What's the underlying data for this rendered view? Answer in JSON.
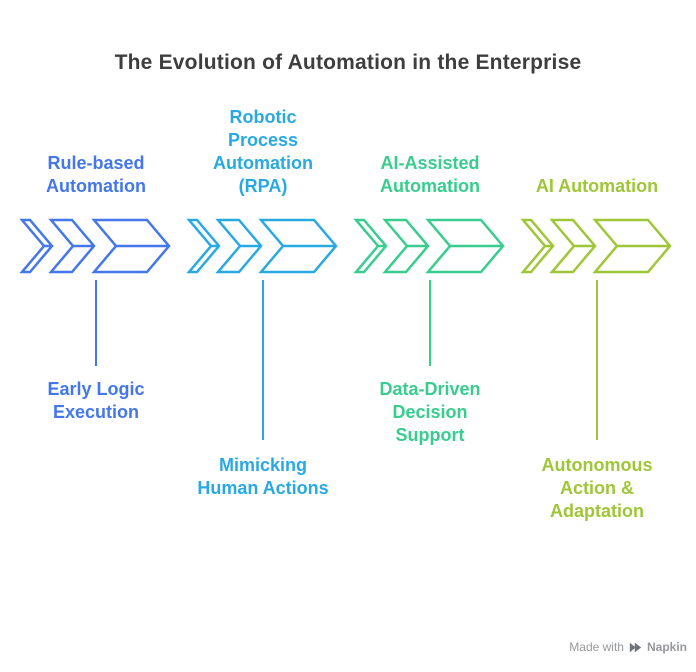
{
  "title": "The Evolution of Automation in the Enterprise",
  "stages": [
    {
      "id": "rule-based-automation",
      "label": "Rule-based\nAutomation",
      "description": "Early Logic\nExecution",
      "color": "#4377EB",
      "connector": "short"
    },
    {
      "id": "rpa",
      "label": "Robotic\nProcess\nAutomation\n(RPA)",
      "description": "Mimicking\nHuman Actions",
      "color": "#29A9E2",
      "connector": "long"
    },
    {
      "id": "ai-assisted-automation",
      "label": "AI-Assisted\nAutomation",
      "description": "Data-Driven\nDecision\nSupport",
      "color": "#38CD8F",
      "connector": "short"
    },
    {
      "id": "ai-automation",
      "label": "AI Automation",
      "description": "Autonomous\nAction &\nAdaptation",
      "color": "#9FC636",
      "connector": "long"
    }
  ],
  "watermark": {
    "prefix": "Made with",
    "brand": "Napkin",
    "icon": "napkin-logo-icon",
    "color": "#96989B"
  },
  "colors": {
    "title": "#3E3E3E",
    "background": "#FFFFFF"
  }
}
